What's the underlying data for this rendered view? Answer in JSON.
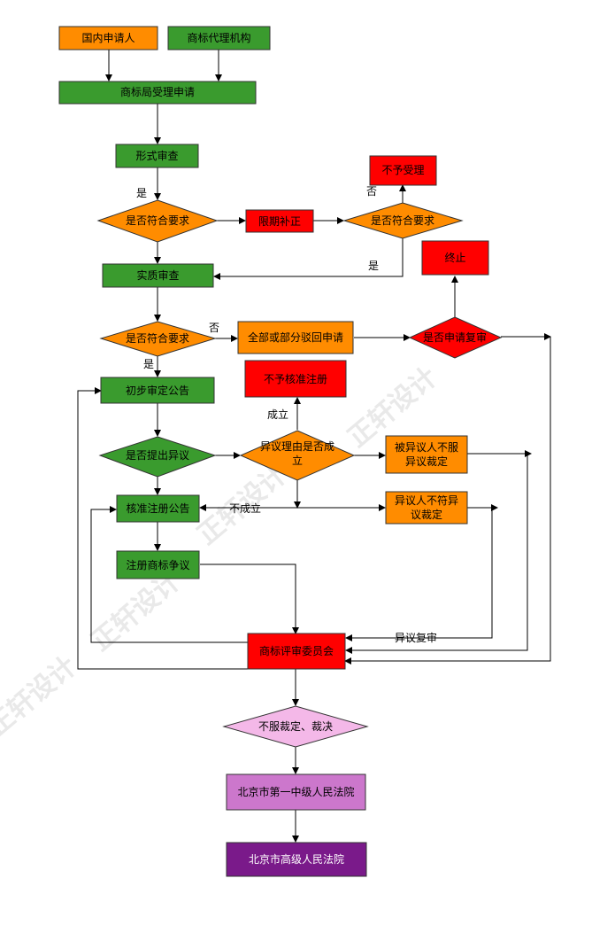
{
  "colors": {
    "orange": "#ff8c00",
    "green": "#3a9b2e",
    "red": "#ff0000",
    "pink": "#f4b8e8",
    "plum": "#cc77cc",
    "purple": "#7a1a8a"
  },
  "nodes": {
    "applicant": "国内申请人",
    "agency": "商标代理机构",
    "accept": "商标局受理申请",
    "formal_review": "形式审查",
    "meets_req_1": "是否符合要求",
    "correction": "限期补正",
    "meets_req_2": "是否符合要求",
    "reject_accept": "不予受理",
    "substantive_review": "实质审查",
    "terminate": "终止",
    "meets_req_3": "是否符合要求",
    "reject_all_part": "全部或部分驳回申请",
    "apply_review": "是否申请复审",
    "preliminary": "初步审定公告",
    "no_register": "不予核准注册",
    "objection_raised": "是否提出异议",
    "objection_valid_1": "异议理由是否成",
    "objection_valid_2": "立",
    "opposed_disagree_1": "被异议人不服",
    "opposed_disagree_2": "异议裁定",
    "approve_publish": "核准注册公告",
    "objector_disagree_1": "异议人不符异",
    "objector_disagree_2": "议裁定",
    "dispute": "注册商标争议",
    "board": "商标评审委员会",
    "disagree_ruling": "不服裁定、裁决",
    "court1": "北京市第一中级人民法院",
    "court2": "北京市高级人民法院"
  },
  "edge_labels": {
    "yes_1": "是",
    "no_1": "否",
    "yes_2": "是",
    "no_2": "否",
    "yes_3": "是",
    "valid": "成立",
    "invalid": "不成立",
    "objection_review": "异议复审"
  },
  "watermark": "正轩设计"
}
